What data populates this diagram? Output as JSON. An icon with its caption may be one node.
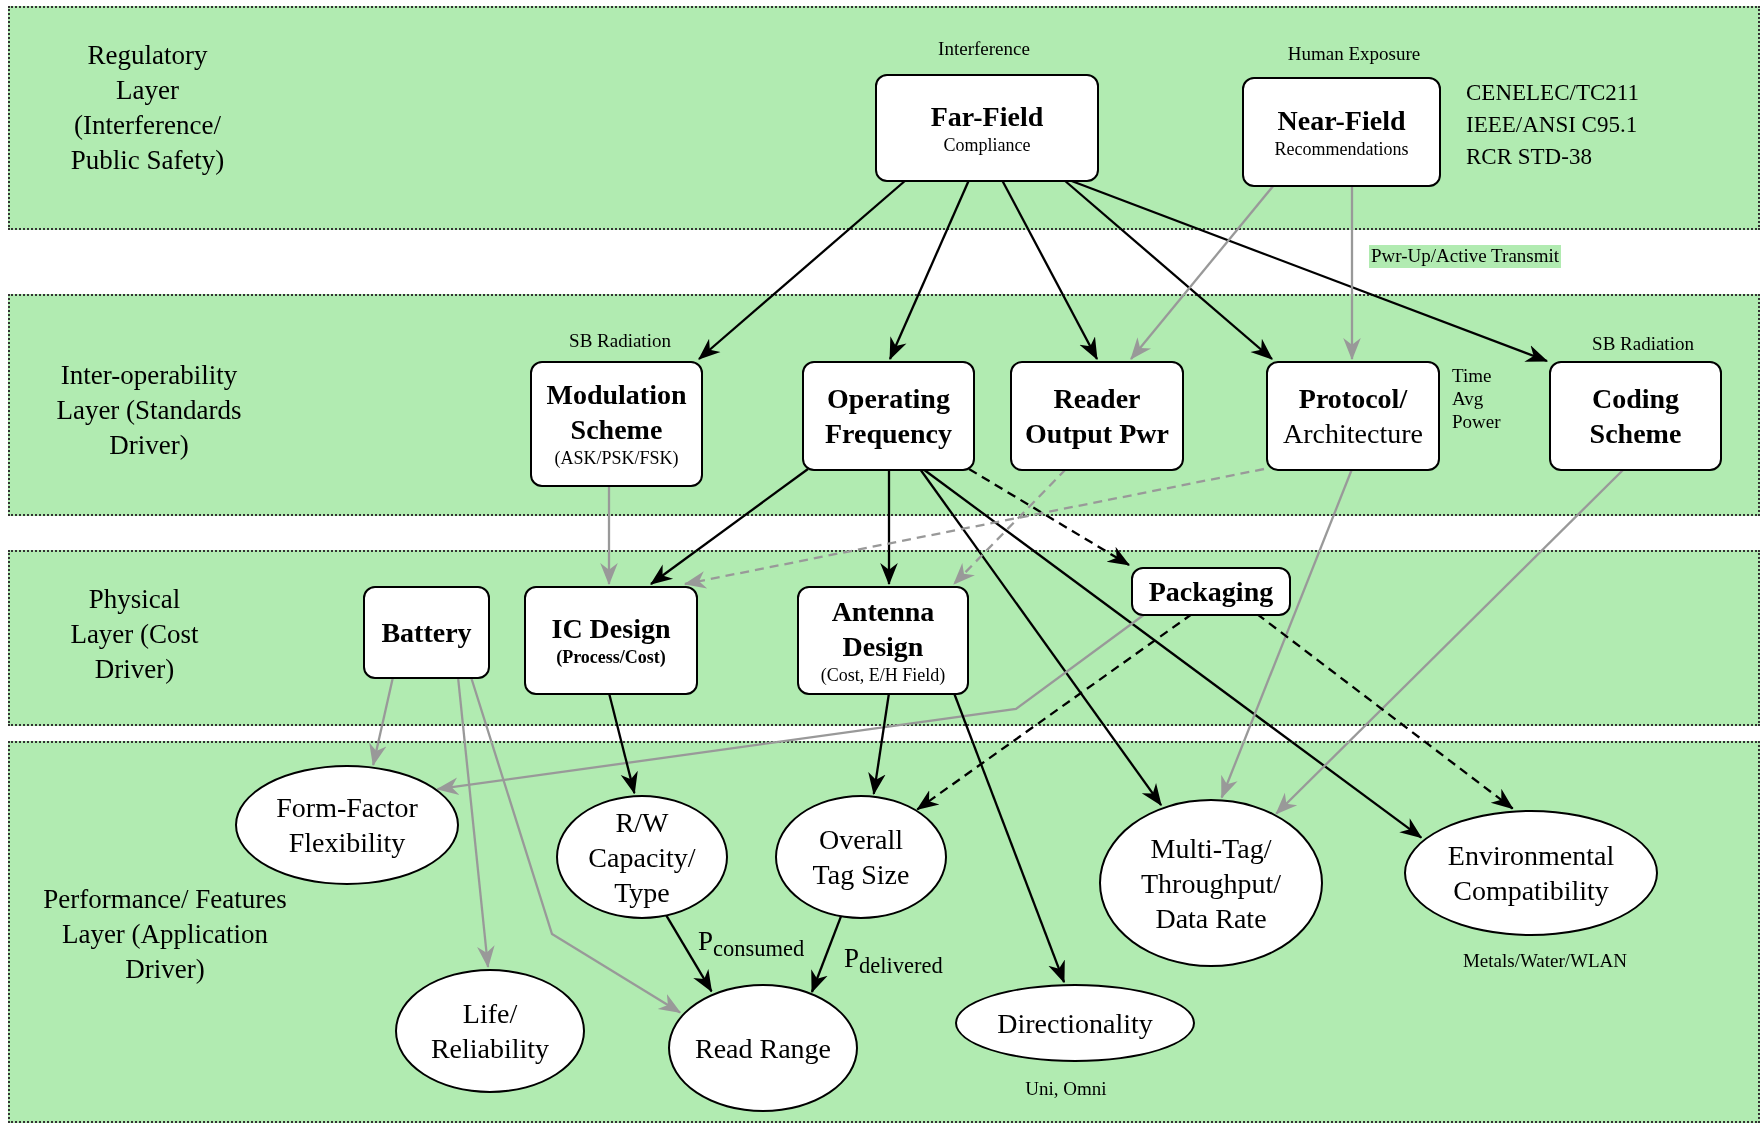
{
  "diagram": {
    "nodes": [
      {
        "text": [
          "Regulatory Layer (Interference/ Public Safety)"
        ]
      },
      {
        "text": [
          "Far-Field",
          "Compliance"
        ],
        "in": 0,
        "beside": [
          "Interference"
        ]
      },
      {
        "text": [
          "Near-Field",
          "Recommendations"
        ],
        "in": 0,
        "beside": [
          "Human Exposure"
        ]
      },
      {
        "text": [
          "Inter-operability Layer (Standards Driver)"
        ]
      },
      {
        "text": [
          "Modulation Scheme",
          "(ASK/PSK/FSK)"
        ],
        "in": 3,
        "beside": [
          "SB Radiation"
        ]
      },
      {
        "text": [
          "Operating Frequency"
        ],
        "in": 3
      },
      {
        "text": [
          "Reader Output Pwr"
        ],
        "in": 3
      },
      {
        "text": [
          "**Protocol/** Architecture"
        ],
        "in": 3,
        "beside": [
          "Time Avg Power"
        ]
      },
      {
        "text": [
          "Coding Scheme"
        ],
        "in": 3,
        "beside": [
          "SB Radiation"
        ]
      },
      {
        "text": [
          "Physical Layer (Cost Driver)"
        ]
      },
      {
        "text": [
          "Battery"
        ],
        "in": 9
      },
      {
        "text": [
          "IC Design",
          "(Process/Cost)"
        ],
        "in": 9
      },
      {
        "text": [
          "Antenna Design",
          "(Cost, E/H Field)"
        ],
        "in": 9
      },
      {
        "text": [
          "Packaging"
        ],
        "in": 9
      },
      {
        "text": [
          "Performance/ Features Layer (Application Driver)"
        ]
      },
      {
        "text": [
          "Form-Factor Flexibility"
        ],
        "in": 14
      },
      {
        "text": [
          "R/W Capacity/ Type"
        ],
        "in": 14
      },
      {
        "text": [
          "Overall Tag Size"
        ],
        "in": 14
      },
      {
        "text": [
          "Multi-Tag/ Throughput/ Data Rate"
        ],
        "in": 14
      },
      {
        "text": [
          "Environmental Compatibility"
        ],
        "in": 14,
        "beside": [
          "Metals/Water/WLAN"
        ]
      },
      {
        "text": [
          "Life/ Reliability"
        ],
        "in": 14
      },
      {
        "text": [
          "Read Range"
        ],
        "in": 14
      },
      {
        "text": [
          "Directionality"
        ],
        "in": 14,
        "beside": [
          "Uni, Omni"
        ]
      }
    ],
    "edges": [
      {
        "from": 1,
        "to": 4,
        "arrow": "to"
      },
      {
        "from": 1,
        "to": 5,
        "arrow": "to"
      },
      {
        "from": 1,
        "to": 6,
        "arrow": "to"
      },
      {
        "from": 1,
        "to": 7,
        "arrow": "to"
      },
      {
        "from": 1,
        "to": 8,
        "arrow": "to"
      },
      {
        "from": 2,
        "to": 6,
        "arrow": "to",
        "color": "#999999"
      },
      {
        "from": 2,
        "to": 7,
        "arrow": "to",
        "label": "Pwr-Up/Active Transmit",
        "color": "#999999"
      },
      {
        "from": 4,
        "to": 11,
        "arrow": "to",
        "color": "#999999"
      },
      {
        "from": 5,
        "to": 11,
        "arrow": "to"
      },
      {
        "from": 5,
        "to": 12,
        "arrow": "to"
      },
      {
        "from": 5,
        "to": 13,
        "arrow": "to",
        "style": "dashed"
      },
      {
        "from": 5,
        "to": 18,
        "arrow": "to"
      },
      {
        "from": 5,
        "to": 19,
        "arrow": "to"
      },
      {
        "from": 6,
        "to": 12,
        "arrow": "to",
        "style": "dashed",
        "color": "#999999"
      },
      {
        "from": 7,
        "to": 11,
        "arrow": "to",
        "style": "dashed",
        "color": "#999999"
      },
      {
        "from": 7,
        "to": 18,
        "arrow": "to",
        "color": "#999999"
      },
      {
        "from": 8,
        "to": 18,
        "arrow": "to",
        "color": "#999999"
      },
      {
        "from": 13,
        "to": 15,
        "arrow": "to",
        "color": "#999999"
      },
      {
        "from": 13,
        "to": 17,
        "arrow": "to",
        "style": "dashed"
      },
      {
        "from": 13,
        "to": 19,
        "arrow": "to",
        "style": "dashed"
      },
      {
        "from": 10,
        "to": 15,
        "arrow": "to",
        "color": "#999999"
      },
      {
        "from": 10,
        "to": 20,
        "arrow": "to",
        "color": "#999999"
      },
      {
        "from": 10,
        "to": 21,
        "arrow": "to",
        "color": "#999999"
      },
      {
        "from": 11,
        "to": 16,
        "arrow": "to"
      },
      {
        "from": 12,
        "to": 17,
        "arrow": "to"
      },
      {
        "from": 12,
        "to": 22,
        "arrow": "to"
      },
      {
        "from": 16,
        "to": 21,
        "arrow": "to",
        "label": "P$_{consumed}$"
      },
      {
        "from": 17,
        "to": 21,
        "arrow": "to",
        "label": "P$_{delivered}$"
      }
    ],
    "labels": [
      "CENELEC/TC211",
      "IEEE/ANSI C95.1",
      "RCR STD-38"
    ]
  }
}
